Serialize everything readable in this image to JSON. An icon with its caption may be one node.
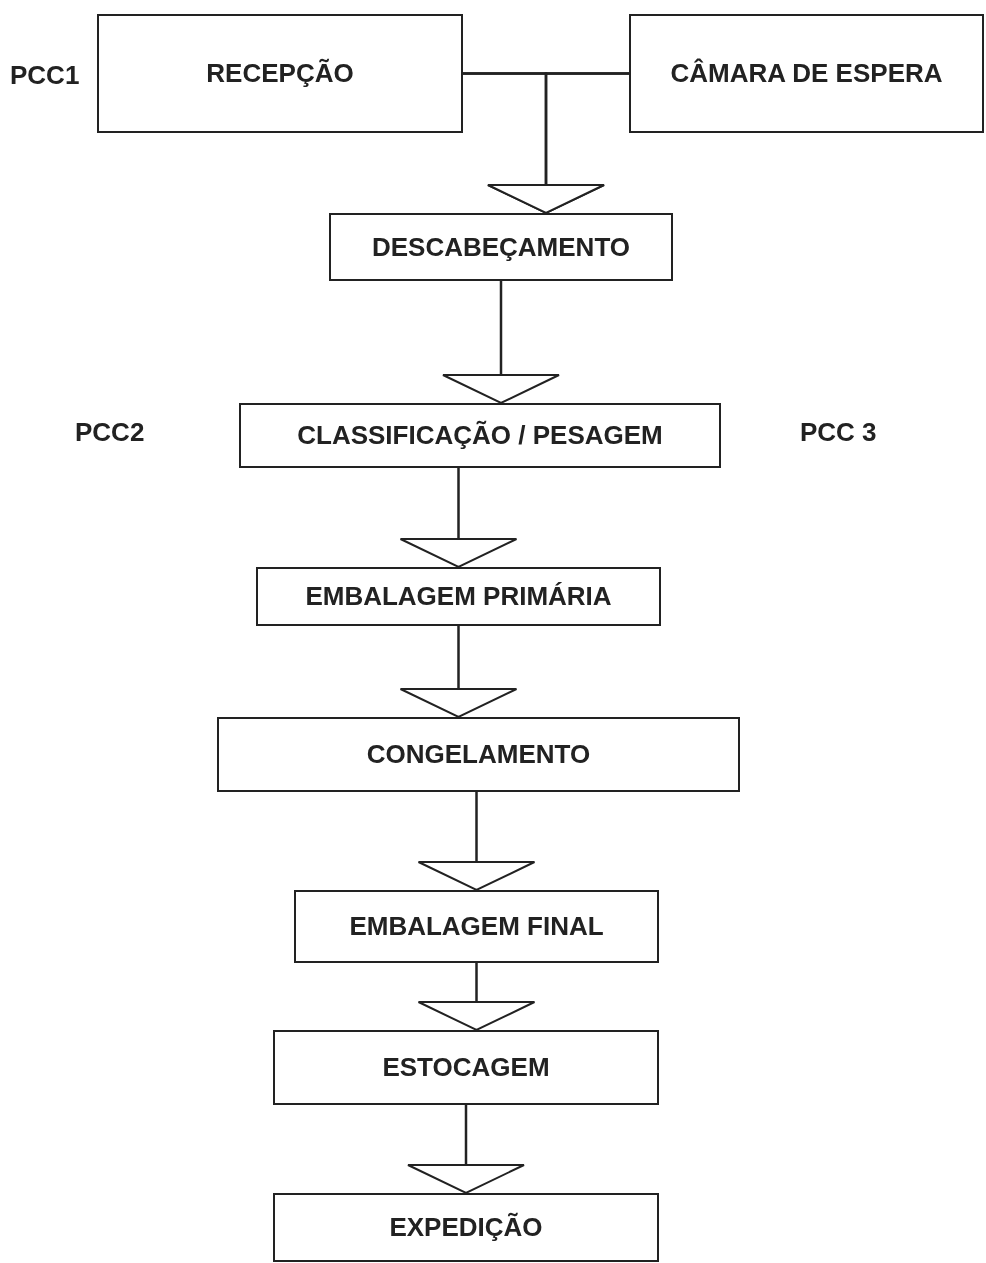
{
  "diagram": {
    "nodes": [
      {
        "text": [
          "RECEPÇÃO"
        ],
        "beside": [
          "PCC1"
        ]
      },
      {
        "text": [
          "CÂMARA DE ESPERA"
        ]
      },
      {
        "text": [
          "DESCABEÇAMENTO"
        ]
      },
      {
        "text": [
          "CLASSIFICAÇÃO / PESAGEM"
        ],
        "beside": [
          "PCC2",
          "PCC 3"
        ]
      },
      {
        "text": [
          "EMBALAGEM PRIMÁRIA"
        ]
      },
      {
        "text": [
          "CONGELAMENTO"
        ]
      },
      {
        "text": [
          "EMBALAGEM FINAL"
        ]
      },
      {
        "text": [
          "ESTOCAGEM"
        ]
      },
      {
        "text": [
          "EXPEDIÇÃO"
        ]
      }
    ],
    "edges": [
      {
        "from": 0,
        "to": 1,
        "arrow": "none"
      },
      {
        "from": 0,
        "to": 2,
        "arrow": "to"
      },
      {
        "from": 1,
        "to": 2,
        "arrow": "to"
      },
      {
        "from": 2,
        "to": 3,
        "arrow": "to"
      },
      {
        "from": 3,
        "to": 4,
        "arrow": "to"
      },
      {
        "from": 4,
        "to": 5,
        "arrow": "to"
      },
      {
        "from": 5,
        "to": 6,
        "arrow": "to"
      },
      {
        "from": 6,
        "to": 7,
        "arrow": "to"
      },
      {
        "from": 7,
        "to": 8,
        "arrow": "to"
      }
    ]
  }
}
